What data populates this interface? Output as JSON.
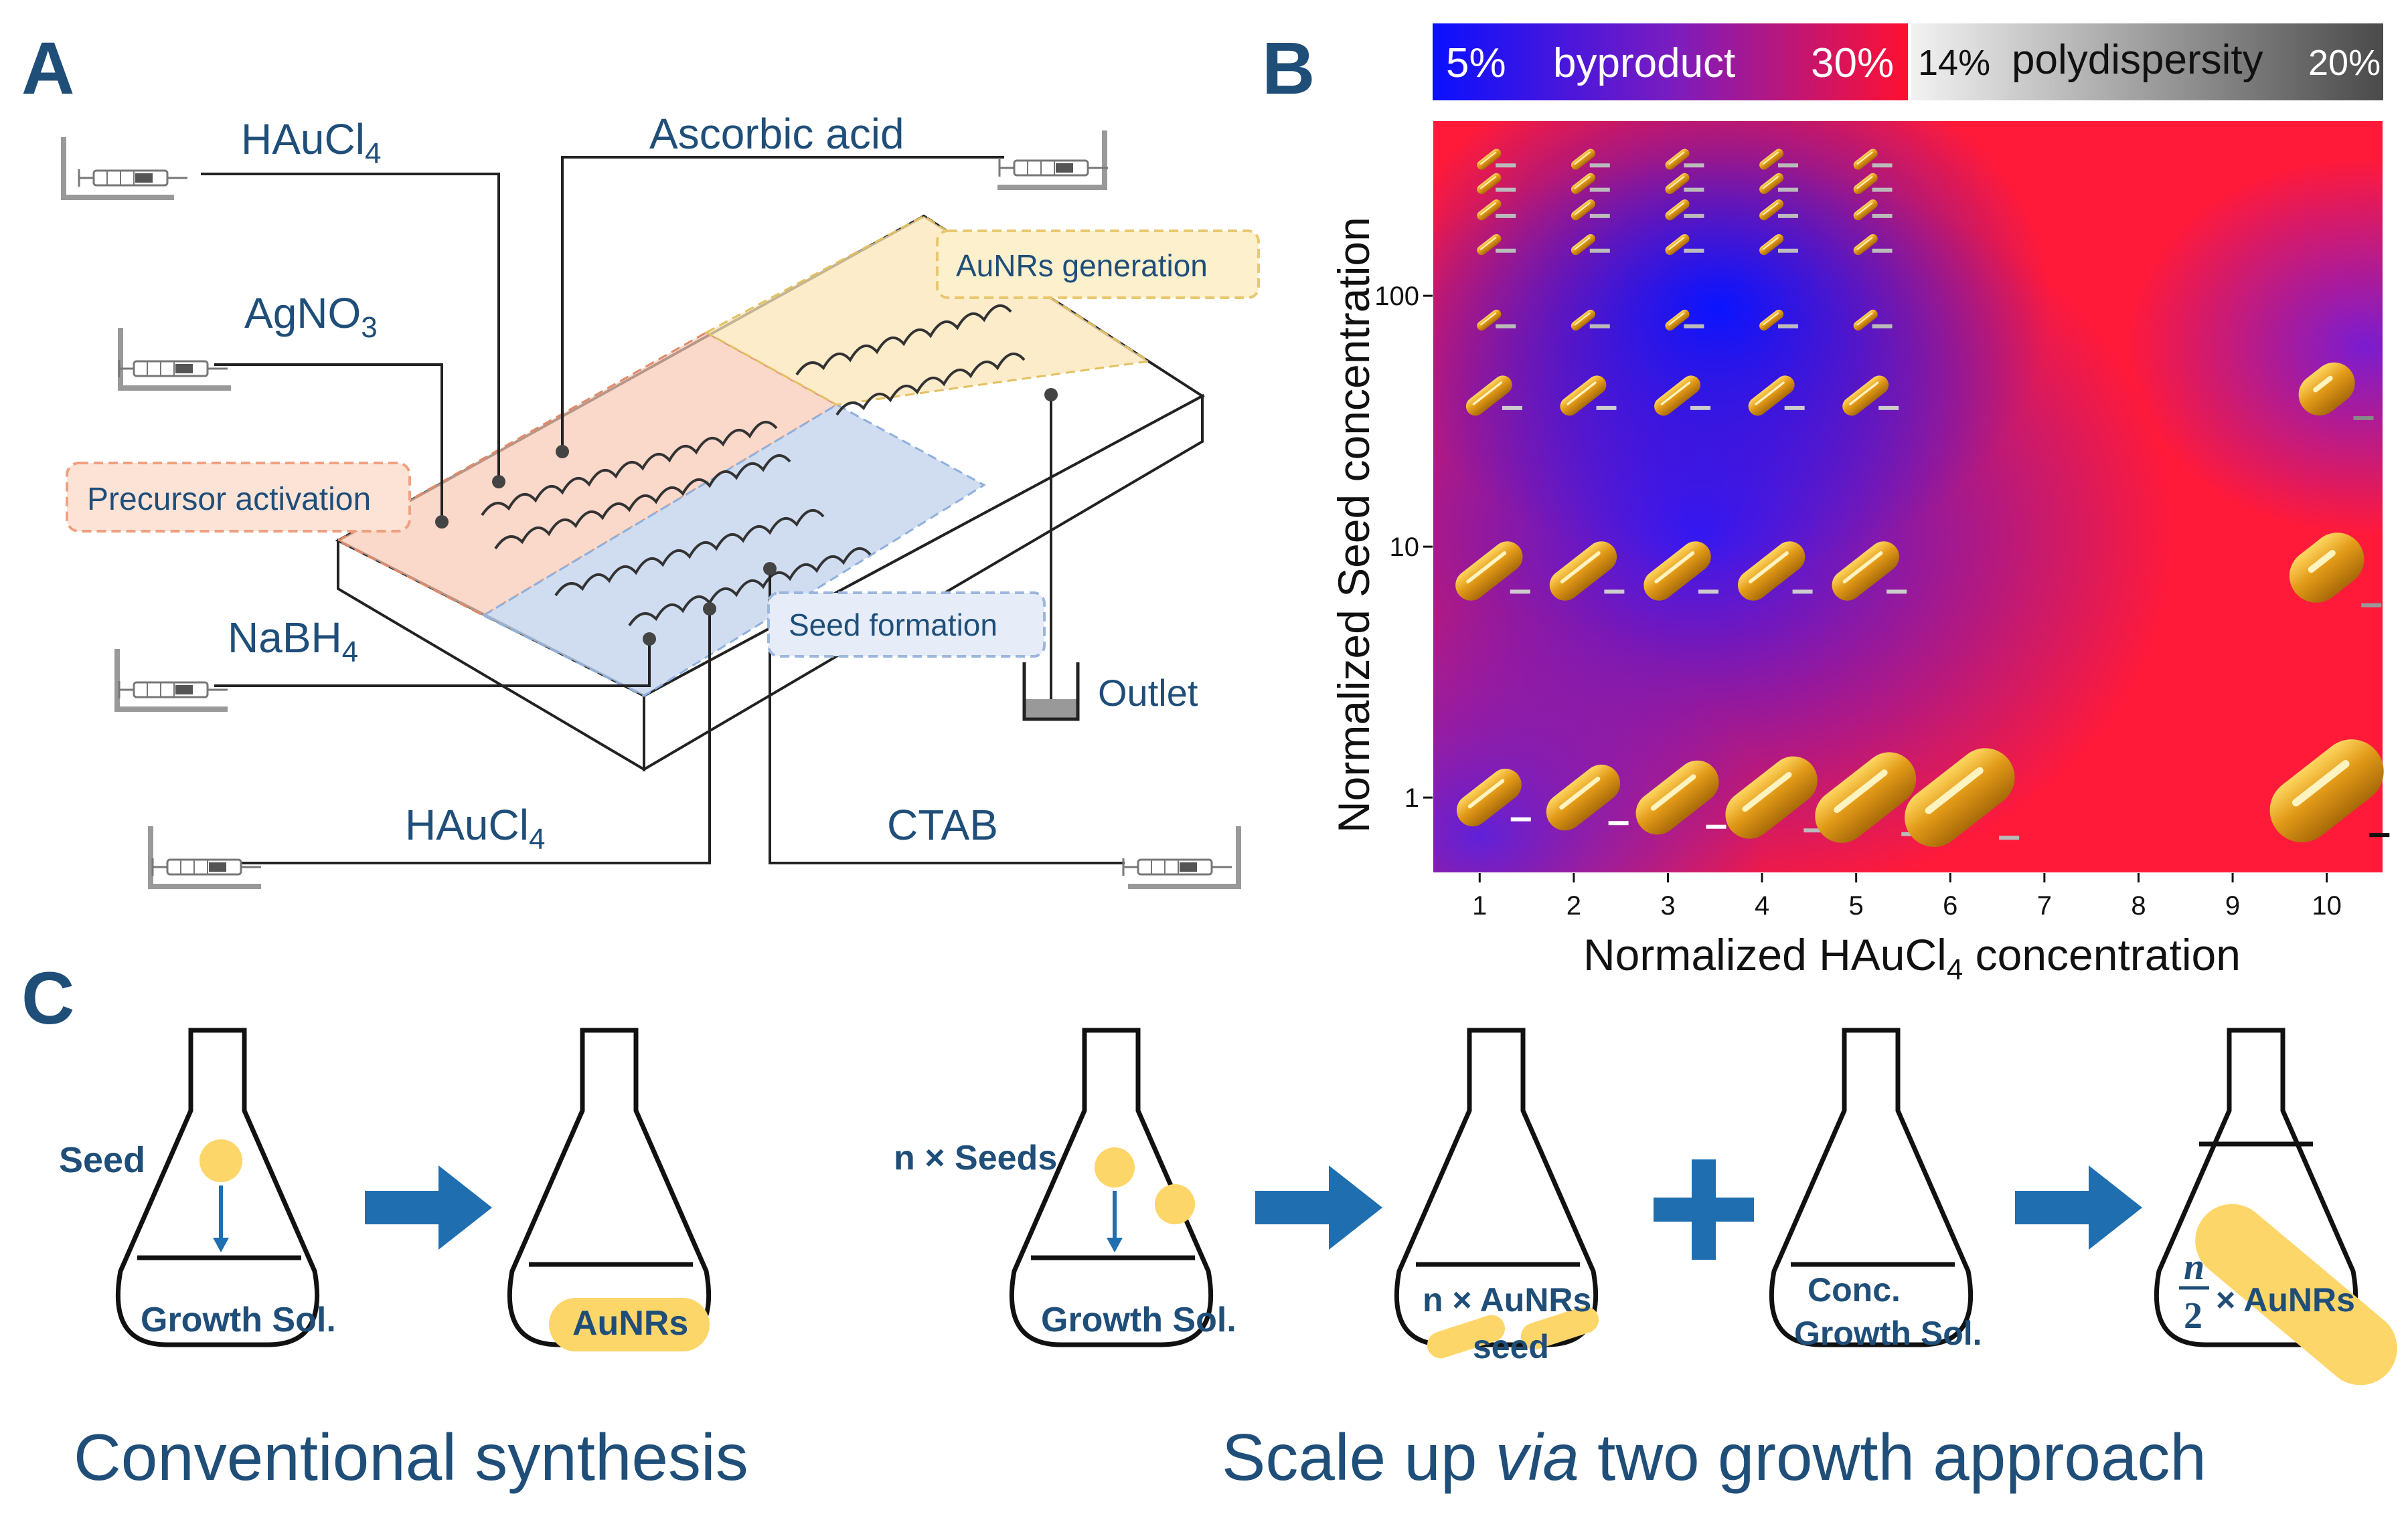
{
  "panels": {
    "a": "A",
    "b": "B",
    "c": "C"
  },
  "panel_a": {
    "hauc14_top": "HAuCl",
    "hauc14_top_sub": "4",
    "ascorbic": "Ascorbic acid",
    "agno3": "AgNO",
    "agno3_sub": "3",
    "nabh4": "NaBH",
    "nabh4_sub": "4",
    "hauc14_bottom": "HAuCl",
    "hauc14_bottom_sub": "4",
    "ctab": "CTAB",
    "outlet": "Outlet",
    "precursor": "Precursor activation",
    "seed_formation": "Seed formation",
    "aunrs_generation": "AuNRs generation"
  },
  "panel_b": {
    "byproduct_low": "5%",
    "byproduct_label": "byproduct",
    "byproduct_high": "30%",
    "poly_low": "14%",
    "poly_label": "polydispersity",
    "poly_high": "20%",
    "colors": {
      "blue": "#1010ff",
      "red": "#ff1a3a",
      "purple": "#6a2ad8",
      "gold": "#e0a020"
    }
  },
  "chart_data": {
    "type": "heatmap",
    "xlabel": "Normalized HAuCl4 concentration",
    "xlabel_main": "Normalized HAuCl",
    "xlabel_sub": "4",
    "xlabel_tail": " concentration",
    "ylabel": "Normalized Seed concentration",
    "x_ticks": [
      "1",
      "2",
      "3",
      "4",
      "5",
      "6",
      "7",
      "8",
      "9",
      "10"
    ],
    "y_ticks": [
      "1",
      "10",
      "100"
    ],
    "y_scale": "log",
    "ylim": [
      0.5,
      500
    ],
    "xlim": [
      0.5,
      10.6
    ]
  },
  "panel_c": {
    "seed": "Seed",
    "growth_sol_1": "Growth Sol.",
    "aunrs": "AuNRs",
    "n_seeds": "n × Seeds",
    "growth_sol_2": "Growth Sol.",
    "n_aunrs": "n × AuNRs",
    "seed_word": "seed",
    "conc": "Conc.",
    "conc_growth": "Growth Sol.",
    "n_over": "n",
    "two_under": "2",
    "times_aunrs": "× AuNRs",
    "conventional": "Conventional synthesis",
    "scale_pre": "Scale up ",
    "scale_via": "via",
    "scale_post": " two growth approach"
  }
}
